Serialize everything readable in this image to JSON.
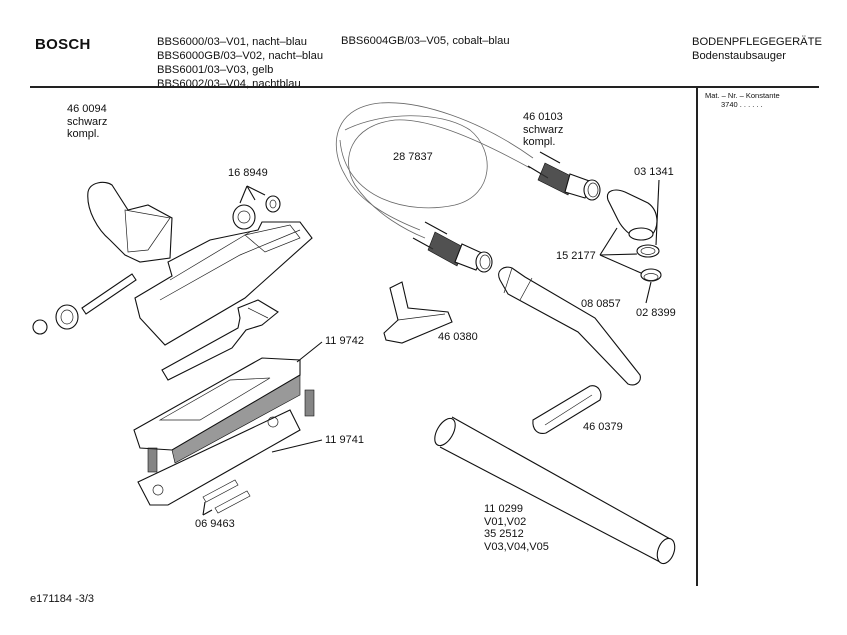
{
  "header": {
    "brand": "BOSCH",
    "models_left": [
      "BBS6000/03–V01, nacht–blau",
      "BBS6000GB/03–V02, nacht–blau",
      "BBS6001/03–V03, gelb",
      "BBS6002/03–V04, nachtblau"
    ],
    "model_right": "BBS6004GB/03–V05, cobalt–blau",
    "category": "BODENPFLEGEGERÄTE",
    "subcategory": "Bodenstaubsauger"
  },
  "sidebar": {
    "mat_label": "Mat. – Nr. – Konstante",
    "mat_value": "3740 . . . . . ."
  },
  "parts": {
    "floor_nozzle": [
      "46 0094",
      "schwarz",
      "kompl."
    ],
    "wheels": "16 8949",
    "hose": "28 7837",
    "hose_ends": [
      "46 0103",
      "schwarz",
      "kompl."
    ],
    "elbow": "03 1341",
    "seals": "15 2177",
    "ring": "02 8399",
    "handle_tube": "08 0857",
    "upholstery_nozzle": "46 0380",
    "brush_strip": "11 9742",
    "sole_plate": "11 9741",
    "crevice_nozzle": "46 0379",
    "felt_strips": "06 9463",
    "extension_tube": [
      "11 0299",
      "V01,V02",
      "35 2512",
      "V03,V04,V05"
    ]
  },
  "footer": {
    "doc_id": "e171184 -3/3"
  }
}
